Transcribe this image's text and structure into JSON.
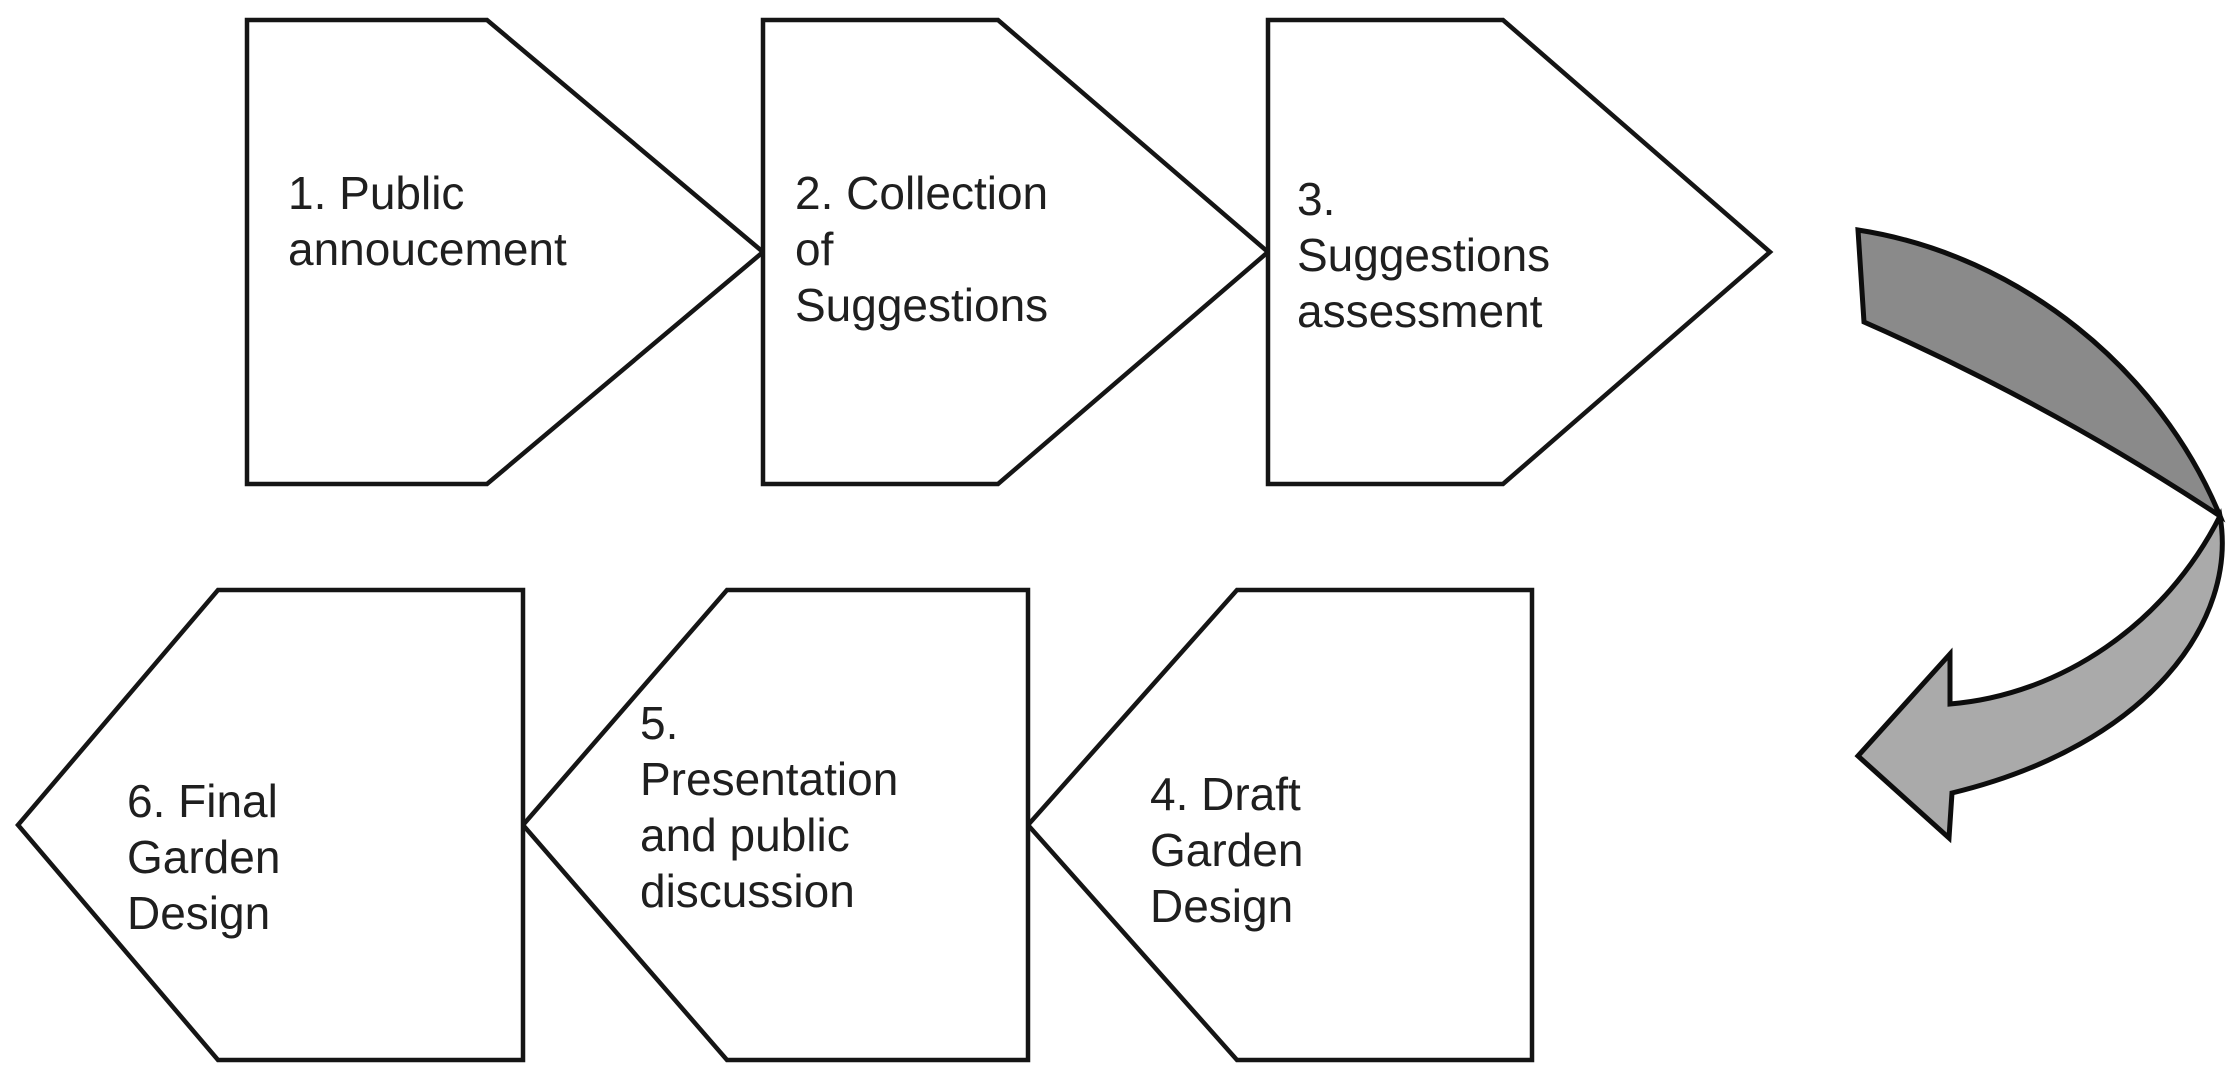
{
  "diagram": {
    "background": "#ffffff",
    "steps": [
      {
        "id": "1",
        "label": "1. Public\nannoucement",
        "row": "top",
        "points": "right"
      },
      {
        "id": "2",
        "label": "2. Collection\nof\nSuggestions",
        "row": "top",
        "points": "right"
      },
      {
        "id": "3",
        "label": "3.\nSuggestions\nassessment",
        "row": "top",
        "points": "right"
      },
      {
        "id": "4",
        "label": "4. Draft\nGarden\nDesign",
        "row": "bottom",
        "points": "left"
      },
      {
        "id": "5",
        "label": "5.\nPresentation\nand public\ndiscussion",
        "row": "bottom",
        "points": "left"
      },
      {
        "id": "6",
        "label": "6. Final\nGarden\nDesign",
        "row": "bottom",
        "points": "left"
      }
    ],
    "shape_style": {
      "fill": "#ffffff",
      "stroke": "#151515"
    },
    "arrow": {
      "description": "curved return arrow from end of top row down to start of bottom row",
      "upper_color": "#8a8a8a",
      "lower_color": "#aaaaaa",
      "outline": "#0d0d0d"
    }
  }
}
